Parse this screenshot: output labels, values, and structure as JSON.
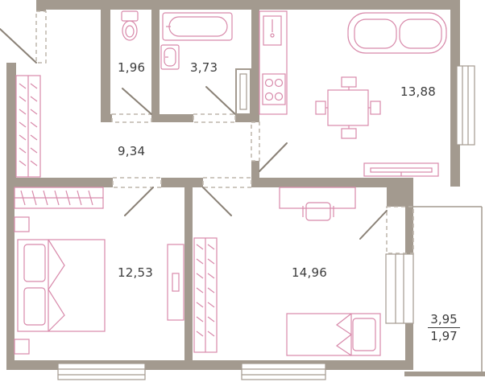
{
  "rooms": {
    "toilet": {
      "area": "1,96"
    },
    "bathroom": {
      "area": "3,73"
    },
    "kitchen_living": {
      "area": "13,88"
    },
    "hallway": {
      "area": "9,34"
    },
    "bedroom_left": {
      "area": "12,53"
    },
    "bedroom_right": {
      "area": "14,96"
    },
    "balcony": {
      "area_total": "3,95",
      "area_reduced": "1,97"
    }
  },
  "colors": {
    "wall": "#a39a8f",
    "furniture": "#d889aa",
    "door_swing": "#8a8176",
    "opening": "#bdb5ac"
  }
}
